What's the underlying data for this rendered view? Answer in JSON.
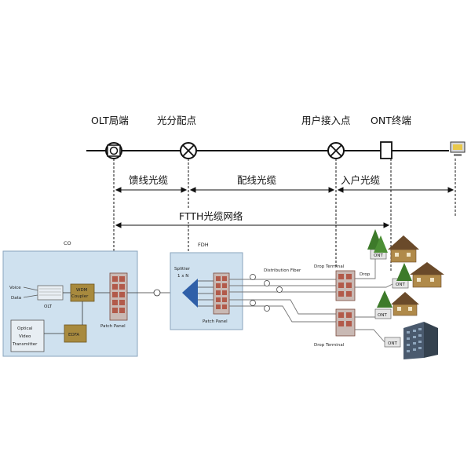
{
  "top": {
    "nodes": [
      {
        "label": "OLT局端"
      },
      {
        "label": "光分配点"
      },
      {
        "label": "用户接入点"
      },
      {
        "label": "ONT终端"
      }
    ],
    "segments": [
      {
        "label": "馈线光缆"
      },
      {
        "label": "配线光缆"
      },
      {
        "label": "入户光缆"
      }
    ],
    "network_label": "FTTH光缆网络"
  },
  "detail": {
    "co": {
      "title": "CO",
      "voice": "Voice",
      "data": "Data",
      "olt": "OLT",
      "wdm_line1": "WDM",
      "wdm_line2": "Coupler",
      "transmitter_line1": "Optical",
      "transmitter_line2": "Video",
      "transmitter_line3": "Transmitter",
      "edfa": "EDFA",
      "patch_panel": "Patch Panel"
    },
    "fdh": {
      "title": "FDH",
      "splitter_line1": "Splitter",
      "splitter_line2": "1 x N",
      "patch_panel": "Patch Panel"
    },
    "distribution_fiber": "Distribution Fiber",
    "drop_terminal_top": "Drop Terminal",
    "drop_terminal_bottom": "Drop Terminal",
    "drop": "Drop",
    "ont_labels": [
      "ONT",
      "ONT",
      "ONT",
      "ONT"
    ]
  },
  "colors": {
    "box_fill": "#cfe1ef",
    "box_stroke": "#8aa4bd",
    "patch_fill": "#b25a4a",
    "splitter": "#2f5fa8",
    "tree": "#3d7a2a",
    "house": "#b08a4a",
    "building": "#4a5a6e"
  }
}
